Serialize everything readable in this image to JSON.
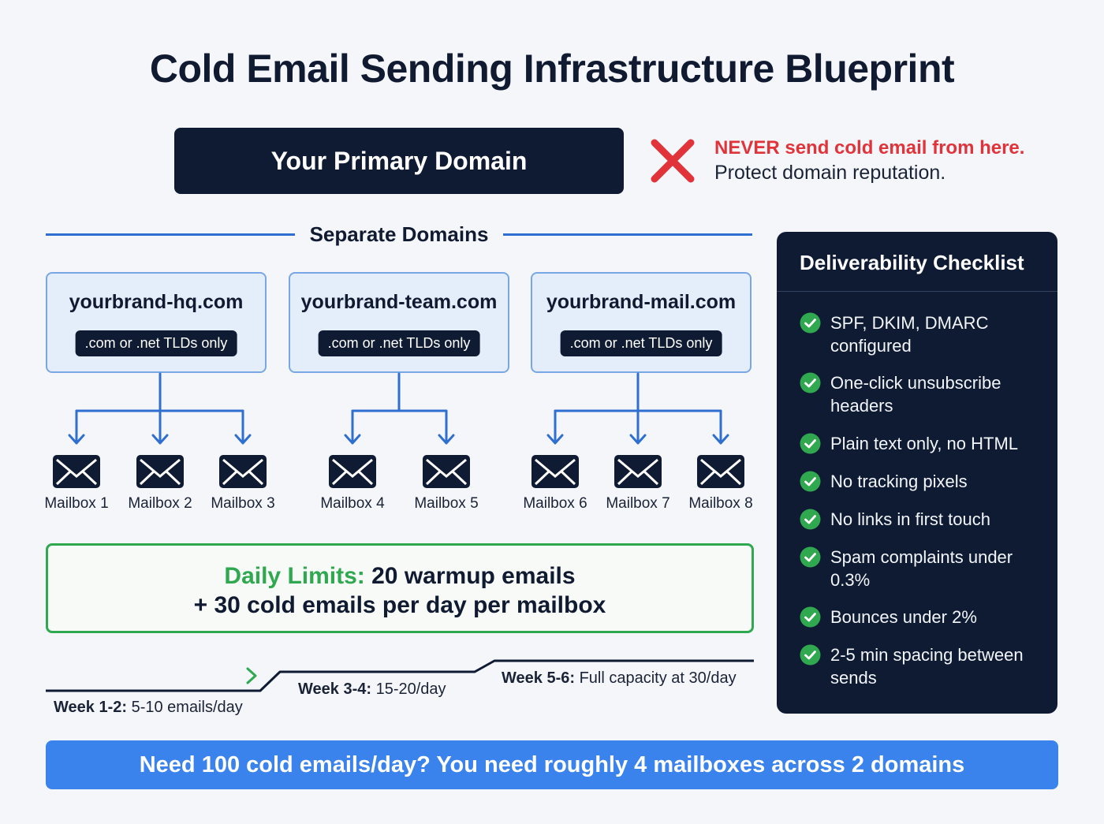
{
  "title": "Cold Email Sending Infrastructure Blueprint",
  "primary_domain": {
    "label": "Your Primary Domain",
    "warning_title": "NEVER send cold email from here.",
    "warning_body": "Protect domain reputation.",
    "warning_icon": "x-icon",
    "warning_color": "#e0333a"
  },
  "separate_domains": {
    "label": "Separate Domains",
    "domains": [
      {
        "name": "yourbrand-hq.com",
        "tld_note": ".com or .net TLDs only"
      },
      {
        "name": "yourbrand-team.com",
        "tld_note": ".com or .net TLDs only"
      },
      {
        "name": "yourbrand-mail.com",
        "tld_note": ".com or .net TLDs only"
      }
    ],
    "mailboxes": [
      "Mailbox 1",
      "Mailbox 2",
      "Mailbox 3",
      "Mailbox 4",
      "Mailbox 5",
      "Mailbox 6",
      "Mailbox 7",
      "Mailbox 8"
    ],
    "mailbox_icon": "envelope-icon"
  },
  "daily_limits": {
    "label": "Daily Limits:",
    "line1_rest": " 20 warmup emails",
    "line2": "+ 30 cold emails per day per mailbox",
    "accent": "#2fa84f"
  },
  "ramp": [
    {
      "period": "Week 1-2:",
      "rate": " 5-10 emails/day"
    },
    {
      "period": "Week 3-4:",
      "rate": " 15-20/day"
    },
    {
      "period": "Week 5-6:",
      "rate": " Full capacity at 30/day"
    }
  ],
  "checklist": {
    "title": "Deliverability Checklist",
    "icon": "check-circle-icon",
    "items": [
      "SPF, DKIM, DMARC configured",
      "One-click unsubscribe headers",
      "Plain text only, no HTML",
      "No tracking pixels",
      "No links in first touch",
      "Spam complaints under 0.3%",
      "Bounces under 2%",
      "2-5 min spacing between sends"
    ]
  },
  "banner": "Need 100 cold emails/day? You need roughly 4 mailboxes across 2 domains",
  "colors": {
    "navy": "#0f1b33",
    "blue_line": "#2f6fd0",
    "banner": "#3a82ec",
    "check_green": "#2fa84f"
  }
}
